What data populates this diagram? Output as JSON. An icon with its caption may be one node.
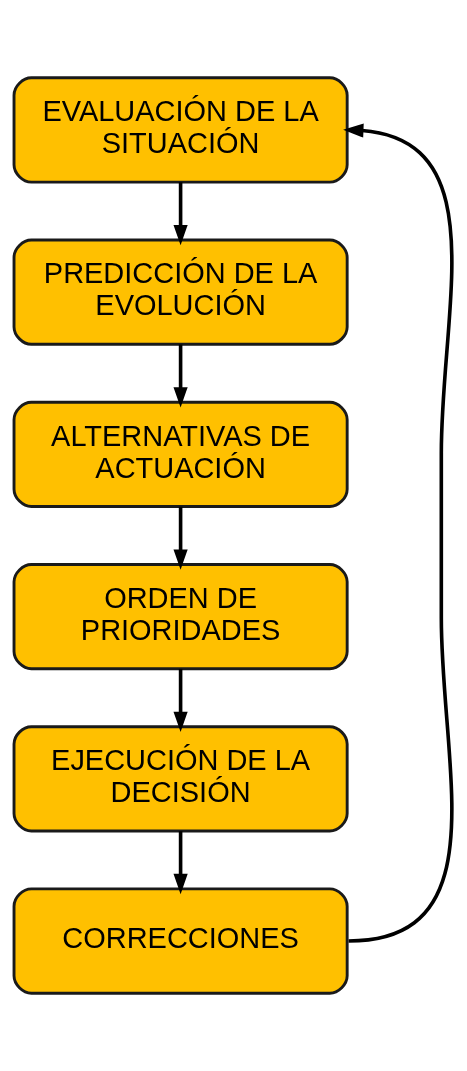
{
  "diagram": {
    "nodes": [
      {
        "text": [
          "EVALUACIÓN DE LA SITUACIÓN"
        ]
      },
      {
        "text": [
          "PREDICCIÓN DE LA EVOLUCIÓN"
        ]
      },
      {
        "text": [
          "ALTERNATIVAS DE ACTUACIÓN"
        ]
      },
      {
        "text": [
          "ORDEN DE PRIORIDADES"
        ]
      },
      {
        "text": [
          "EJECUCIÓN DE LA DECISIÓN"
        ]
      },
      {
        "text": [
          "CORRECCIONES"
        ]
      }
    ],
    "edges": [
      {
        "from": 0,
        "to": 1,
        "arrow": "to"
      },
      {
        "from": 1,
        "to": 2,
        "arrow": "to"
      },
      {
        "from": 2,
        "to": 3,
        "arrow": "to"
      },
      {
        "from": 3,
        "to": 4,
        "arrow": "to"
      },
      {
        "from": 4,
        "to": 5,
        "arrow": "to"
      },
      {
        "from": 5,
        "to": 0,
        "arrow": "to"
      }
    ]
  }
}
